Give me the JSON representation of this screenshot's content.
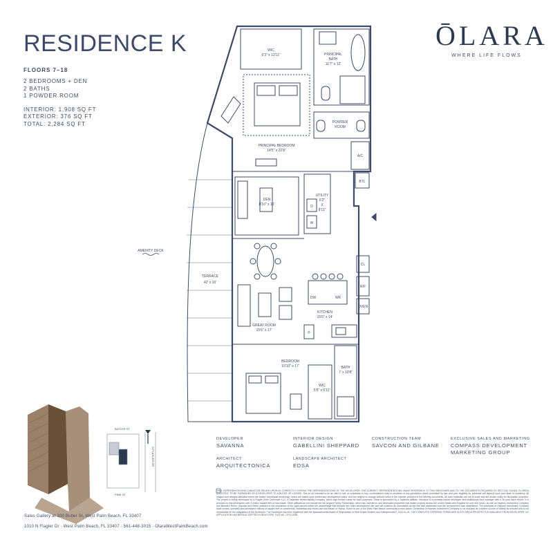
{
  "residence": {
    "title": "RESIDENCE K",
    "floors": "FLOORS 7–18",
    "bedrooms": "2 BEDROOMS + DEN",
    "baths": "2 BATHS",
    "powder": "1 POWDER ROOM",
    "interior": "INTERIOR: 1,908 SQ FT",
    "exterior": "EXTERIOR: 376 SQ FT",
    "total": "TOTAL: 2,284 SQ FT"
  },
  "brand": {
    "logo": "ŌLARA",
    "tagline": "WHERE LIFE FLOWS"
  },
  "rooms": {
    "wic1_name": "WIC",
    "wic1_dim": "6'3\" x 12'11\"",
    "pbath_name1": "PRINCIPAL",
    "pbath_name2": "BATH",
    "pbath_dim": "11'7\" x 12'",
    "powder_name1": "POWDER",
    "powder_name2": "ROOM",
    "pbed_name": "PRINCIPAL BEDROOM",
    "pbed_dim": "14'5\" x 22'8\"",
    "ac": "A/C",
    "btl": "BTL",
    "den_name": "DEN",
    "den_dim": "8'10\" x 16'",
    "utility_name": "UTILITY",
    "utility_dim1": "6'2\"",
    "utility_dim2": "X",
    "utility_dim3": "8'11\"",
    "d": "D",
    "w": "W",
    "amenity": "AMENITY DECK",
    "terrace_name": "TERRACE",
    "terrace_dim": "42' x 10'",
    "cl": "CL",
    "rf": "R/F",
    "oven": "OVEN",
    "dw": "DW",
    "wr": "WR",
    "kitchen_name": "KITCHEN",
    "kitchen_dim": "15'6\" x 14'",
    "great_name": "GREAT ROOM",
    "great_dim": "15'6\" x 17'",
    "p": "P",
    "bed_name": "BEDROOM",
    "bed_dim": "10'10\" x 17'",
    "bath_name": "BATH",
    "bath_dim": "7' x 10'8\"",
    "wic2_name": "WIC",
    "wic2_dim": "5'5\" x 6'11\""
  },
  "keyplan": {
    "street_top": "BUTLER ST",
    "street_side": "N FLAGLER DR",
    "street_bottom": "PINE ST"
  },
  "credits": {
    "developer_label": "DEVELOPER",
    "developer": "SAVANNA",
    "architect_label": "ARCHITECT",
    "architect": "ARQUITECTONICA",
    "interior_label": "INTERIOR DESIGN",
    "interior": "GABELLINI SHEPPARD",
    "landscape_label": "LANDSCAPE ARCHITECT",
    "landscape": "EDSA",
    "construction_label": "CONSTRUCTION TEAM",
    "construction": "SAVCON AND GILBANE",
    "sales_label": "EXCLUSIVE SALES AND MARKETING",
    "sales1": "COMPASS DEVELOPMENT",
    "sales2": "MARKETING GROUP"
  },
  "legal": "ORAL REPRESENTATIONS CANNOT BE RELIED UPON AS CORRECTLY STATING THE REPRESENTATIONS OF THE DEVELOPER. FOR CORRECT REPRESENTATIONS, MAKE REFERENCE TO THIS BROCHURE AND TO THE DOCUMENTS REQUIRED BY SECTION 718.503, FLORIDA STATUTES, TO BE FURNISHED BY A DEVELOPER TO A BUYER OR LESSEE. This is not intended to be an offer to sell, or solicitation to buy, condominium units to residents of any jurisdiction where prohibited by law, and your eligibility for purchase will depend upon your state of residency. All images and designs depicted herein are artists' conceptual renderings, which are based upon preliminary development plans, and are subject to change without notice in the manner provided in the offering documents. All such materials are not to scale and are shown solely for illustrative purposes. The project is being developed by A Flagler Drive Developer LLC, a Delaware limited liability company, which was formed solely for such purposes. Olara is sponsored by a Savanna affiliate. Savanna is a privately-owned developer and institutional fund manager with a 30-year track record. It is provided to real developers over 3 million square feet of real estate. Other affiliates do not include the Ital Segard Family Partnership, which has invested in and developed properties real estate projects across the United States and England for over 500 years, as well as Haymes Investment Company and Branden Rohm. Haymes and Rohm assisted in the acquisition of the sight parcels within the assemblage that became the Olara development site and will continue as consultants as the site was assembled and the development was established. The principals of Haymes Investment Company have owned, operated and developed millions of square feet of commercial, residential and mixed-use real estate in Florida. Rohm is one of the West Palm Beach community's most active. Ownership of Haymes Investment Company is not included as a further source of liability as relevant and is not responsible for the obligations of the Developer. The Developer has been registered with the Massachusetts Board of Registration of Real Estate Brokers and Salespersons F-1331-01-01. THE COMPLETE OFFERING TERMS ARE IN A FLORIDA PROSPECTUS AVAILABLE FROM DEVELOPER. NY APPLICATION HAS BEEN ACCEPTED IN NEW YORK. FILE NO. CP22-0036.",
  "footer": {
    "line1": "Sales Gallery at 300 Butler St, West Palm Beach, FL 33407",
    "line2": "1010 N Flagler Dr  ·  West Palm Beach, FL 33407  ·  561-448-3015  ·  OlaraWestPalmBeach.com"
  },
  "colors": {
    "navy": "#2b3a4f",
    "line": "#3b4a6a",
    "building": "#8a6a4e"
  }
}
